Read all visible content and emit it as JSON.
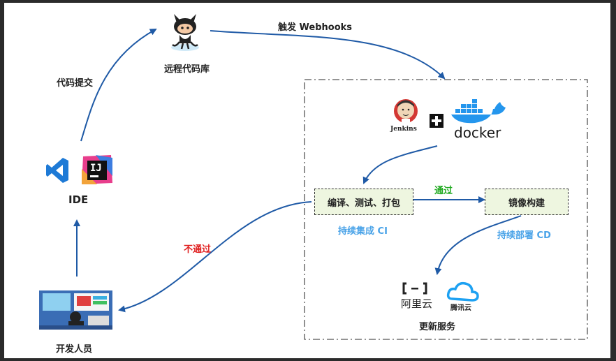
{
  "labels": {
    "repo": "远程代码库",
    "webhook": "触发 Webhooks",
    "commit": "代码提交",
    "ide": "IDE",
    "developer": "开发人员",
    "jenkins": "Jenkins",
    "docker": "docker",
    "build": "编译、测试、打包",
    "pass": "通过",
    "fail": "不通过",
    "image_build": "镜像构建",
    "ci": "持续集成 CI",
    "cd": "持续部署 CD",
    "aliyun": "阿里云",
    "tencent": "腾讯云",
    "update": "更新服务",
    "ij": "IJ"
  },
  "colors": {
    "arrow": "#1f5aa6",
    "ci_cd_text": "#4aa3e8",
    "pass": "#22aa22",
    "fail": "#e02020",
    "box_fill": "#eef6e0"
  },
  "icons": [
    "github-octocat-icon",
    "vscode-icon",
    "intellij-icon",
    "jenkins-icon",
    "plus-icon",
    "docker-whale-icon",
    "aliyun-icon",
    "tencent-cloud-icon",
    "developer-computer-icon"
  ]
}
